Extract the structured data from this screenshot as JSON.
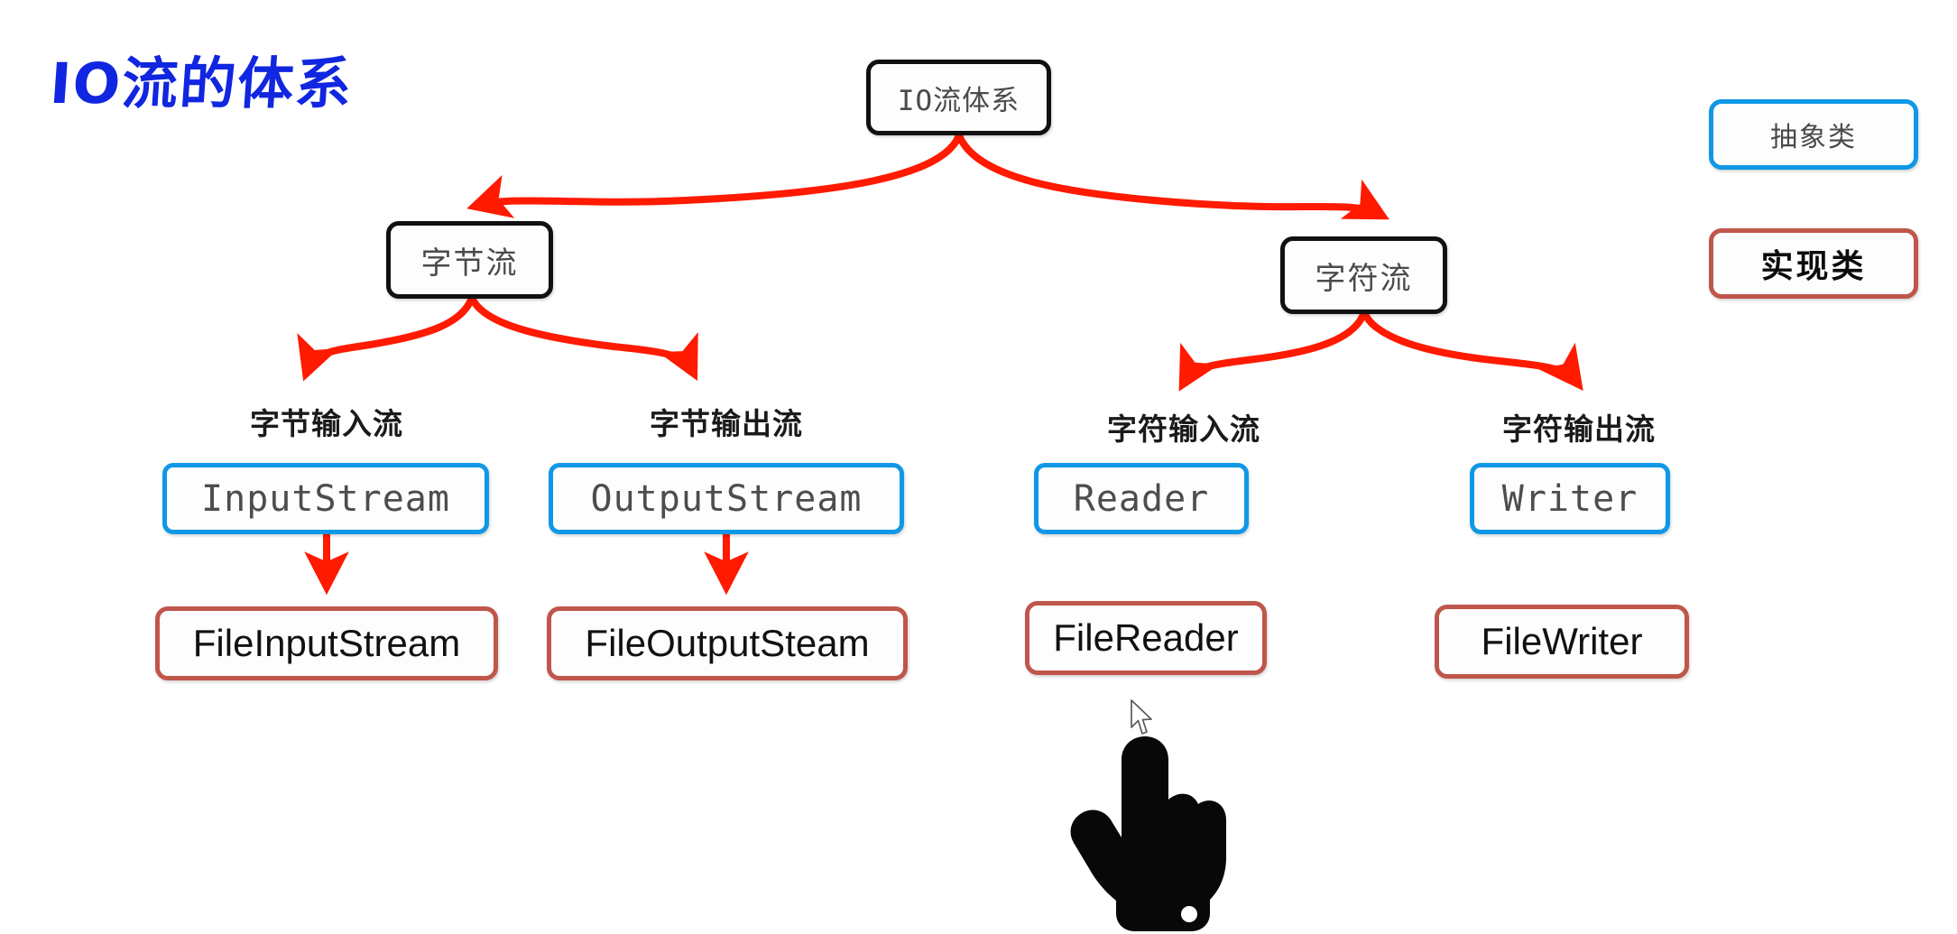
{
  "title": "IO流的体系",
  "colors": {
    "title_blue": "#1026e0",
    "node_black": "#111111",
    "abstract_blue": "#1098e6",
    "implementation_red": "#c0564b",
    "connector_red": "#ff1a00",
    "background": "#ffffff"
  },
  "legend": {
    "abstract_label": "抽象类",
    "implementation_label": "实现类"
  },
  "nodes": {
    "root": "IO流体系",
    "byte_stream": "字节流",
    "char_stream": "字符流",
    "abstract": {
      "input_stream": "InputStream",
      "output_stream": "OutputStream",
      "reader": "Reader",
      "writer": "Writer"
    },
    "implementation": {
      "file_input_stream": "FileInputStream",
      "file_output_stream": "FileOutputSteam",
      "file_reader": "FileReader",
      "file_writer": "FileWriter"
    }
  },
  "captions": {
    "byte_input": "字节输入流",
    "byte_output": "字节输出流",
    "char_input": "字符输入流",
    "char_output": "字符输出流"
  },
  "cursor": {
    "pointer_icon": "hand-pointer-icon",
    "arrow_icon": "mouse-arrow-icon"
  }
}
